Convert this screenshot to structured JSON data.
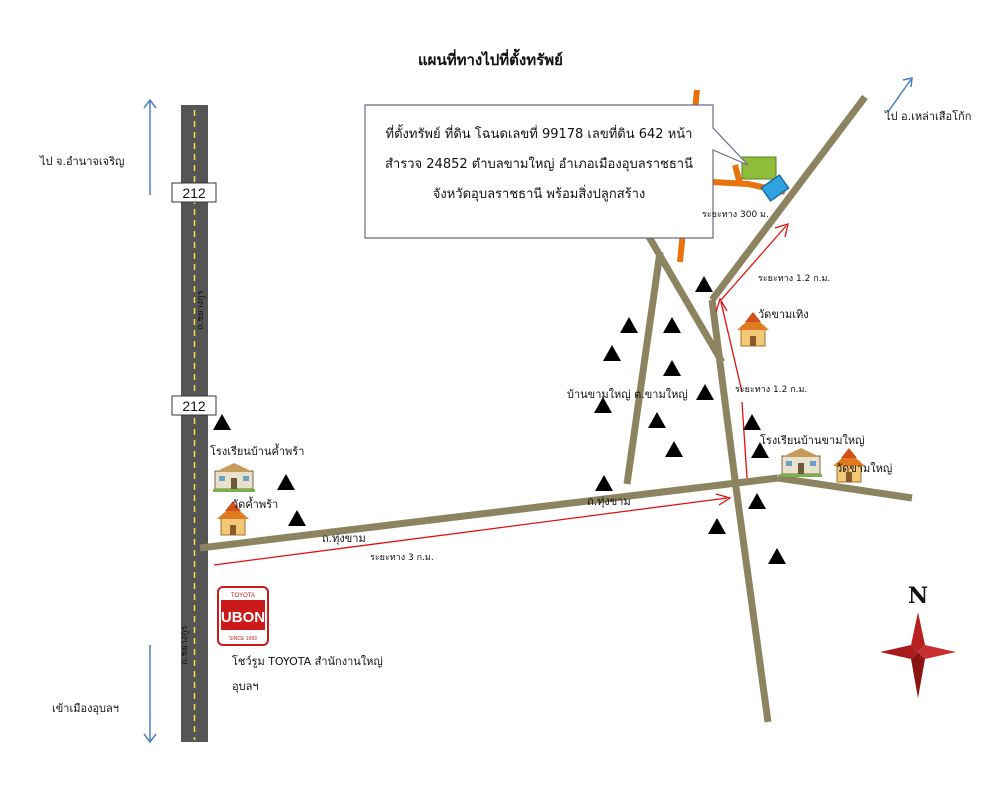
{
  "title": "แผนที่ทางไปที่ตั้งทรัพย์",
  "callout": {
    "line1": "ที่ตั้งทรัพย์ ที่ดิน โฉนดเลขที่ 99178 เลขที่ดิน 642 หน้า",
    "line2": "สำรวจ 24852 ตำบลขามใหญ่ อำเภอเมืองอุบลราชธานี",
    "line3": "จังหวัดอุบลราชธานี พร้อมสิ่งปลูกสร้าง"
  },
  "labels": {
    "to_amnat": "ไป จ.อำนาจเจริญ",
    "to_lao_suea_kok": "ไป อ.เหล่าเสือโก้ก",
    "to_city": "เข้าเมืองอุบลฯ",
    "highway_1": "212",
    "highway_2": "212",
    "road_name_top": "ถ.ชยางกูร",
    "road_name_bottom": "ถ.ชยางกูร",
    "school_khampra": "โรงเรียนบ้านค้ำพร้า",
    "temple_khampra": "วัดค้ำพร้า",
    "toyota": "โชว์รูม TOYOTA สำนักงานใหญ่",
    "toyota_2": "อุบลฯ",
    "road_thung_kham_1": "ถ.ทุ่งขาม",
    "road_thung_kham_2": "ถ.ทุ่งขาม",
    "dist_3km": "ระยะทาง 3 ก.ม.",
    "village_khamyai": "บ้านขามใหญ่ ต.ขามใหญ่",
    "dist_12km_a": "ระยะทาง 1.2 ก.ม.",
    "dist_12km_b": "ระยะทาง 1.2 ก.ม.",
    "dist_300m": "ระยะทาง 300 ม.",
    "temple_khamthoeng": "วัดขามเทิง",
    "school_khamyai": "โรงเรียนบ้านขามใหญ่",
    "temple_khamyai": "วัดขามใหญ่",
    "north": "N"
  },
  "logo": {
    "brand": "TOYOTA",
    "name": "UBON",
    "since": "SINCE 1993"
  },
  "colors": {
    "road": "#8c8460",
    "highway": "#555555",
    "orange_road": "#e8730c",
    "route": "#e01010",
    "arrow_blue": "#4a7fc1",
    "property_green": "#8fbc3a",
    "property_blue": "#2fa3e0",
    "compass_red": "#b82020"
  }
}
